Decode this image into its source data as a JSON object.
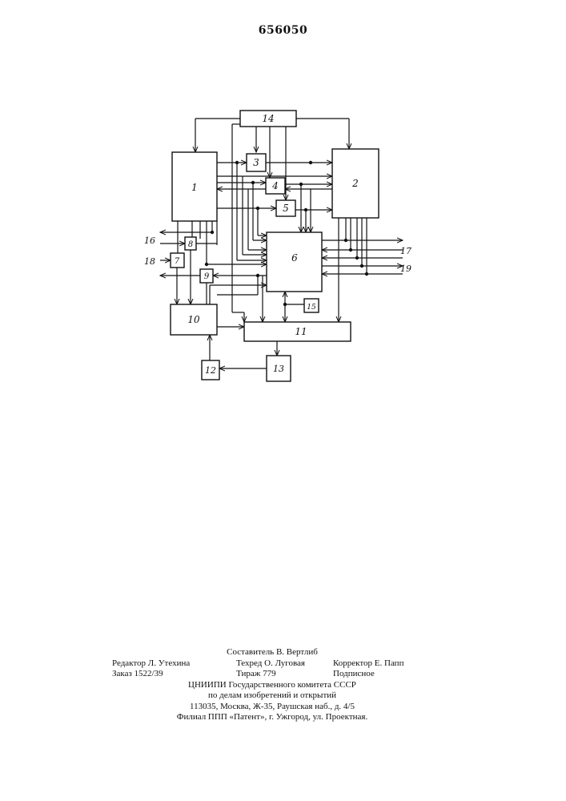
{
  "patent_number": "656050",
  "diagram": {
    "blocks": [
      {
        "id": "1",
        "label": "1"
      },
      {
        "id": "2",
        "label": "2"
      },
      {
        "id": "3",
        "label": "3"
      },
      {
        "id": "4",
        "label": "4"
      },
      {
        "id": "5",
        "label": "5"
      },
      {
        "id": "6",
        "label": "6"
      },
      {
        "id": "7",
        "label": "7"
      },
      {
        "id": "8",
        "label": "8"
      },
      {
        "id": "9",
        "label": "9"
      },
      {
        "id": "10",
        "label": "10"
      },
      {
        "id": "11",
        "label": "11"
      },
      {
        "id": "12",
        "label": "12"
      },
      {
        "id": "13",
        "label": "13"
      },
      {
        "id": "14",
        "label": "14"
      },
      {
        "id": "15",
        "label": "15"
      }
    ],
    "terminals": [
      "16",
      "17",
      "18",
      "19"
    ]
  },
  "imprint": {
    "compiler": "Составитель В. Вертлиб",
    "editor": "Редактор Л. Утехина",
    "techred": "Техред О. Луговая",
    "corrector": "Корректор Е. Папп",
    "order": "Заказ 1522/39",
    "circulation": "Тираж 779",
    "subscription": "Подписное",
    "org1": "ЦНИИПИ Государственного комитета СССР",
    "org2": "по делам изобретений и открытий",
    "address": "113035, Москва, Ж-35, Раушская наб., д. 4/5",
    "branch": "Филиал ППП «Патент», г. Ужгород, ул. Проектная."
  }
}
